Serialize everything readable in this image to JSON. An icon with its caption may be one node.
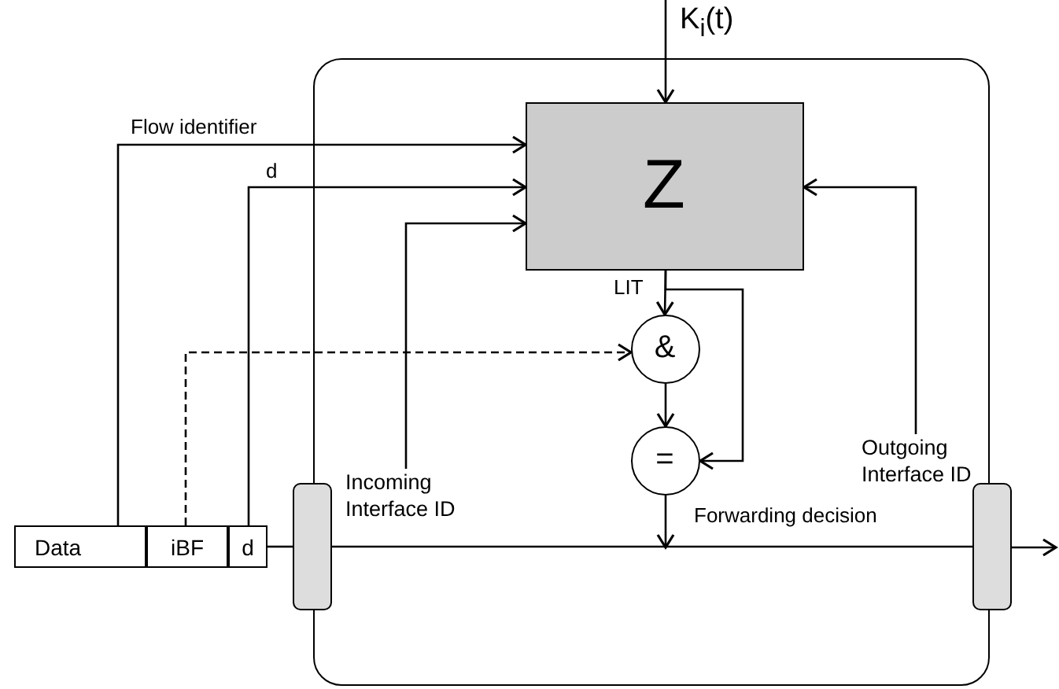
{
  "diagram": {
    "nodes": [
      {
        "text": [],
        "shape": "box"
      },
      {
        "text": [
          "Z"
        ],
        "in": 0
      },
      {
        "text": [
          "&"
        ],
        "in": 0
      },
      {
        "text": [
          "="
        ],
        "in": 0
      },
      {
        "text": [
          "Data"
        ]
      },
      {
        "text": [
          "iBF"
        ]
      },
      {
        "text": [
          "d"
        ]
      },
      {
        "text": [],
        "shape": "bar"
      },
      {
        "text": [],
        "shape": "bar"
      },
      {
        "text": [
          "Incoming Interface ID"
        ],
        "in": 0
      },
      {
        "text": [
          "Outgoing Interface ID"
        ],
        "in": 0
      }
    ],
    "edges": [
      {
        "from": 4,
        "to": 1,
        "arrow": "to",
        "label": "Flow identifier"
      },
      {
        "from": 6,
        "to": 1,
        "arrow": "to",
        "label": "d"
      },
      {
        "from": 5,
        "to": 2,
        "arrow": "to",
        "style": "dashed"
      },
      {
        "from": 9,
        "to": 1,
        "arrow": "to"
      },
      {
        "from": 10,
        "to": 1,
        "arrow": "to"
      },
      {
        "from": null,
        "to": 1,
        "arrow": "to",
        "label": "K$_{i}$(t)"
      },
      {
        "from": 1,
        "to": 2,
        "arrow": "to",
        "label": "LIT"
      },
      {
        "from": 1,
        "to": 3,
        "arrow": "to"
      },
      {
        "from": 2,
        "to": 3,
        "arrow": "to"
      },
      {
        "from": 3,
        "to": null,
        "arrow": "to",
        "label": "Forwarding decision"
      },
      {
        "from": 6,
        "to": 7,
        "arrow": "none"
      },
      {
        "from": 7,
        "to": 8,
        "arrow": "none"
      },
      {
        "from": 8,
        "to": null,
        "arrow": "to"
      }
    ]
  }
}
